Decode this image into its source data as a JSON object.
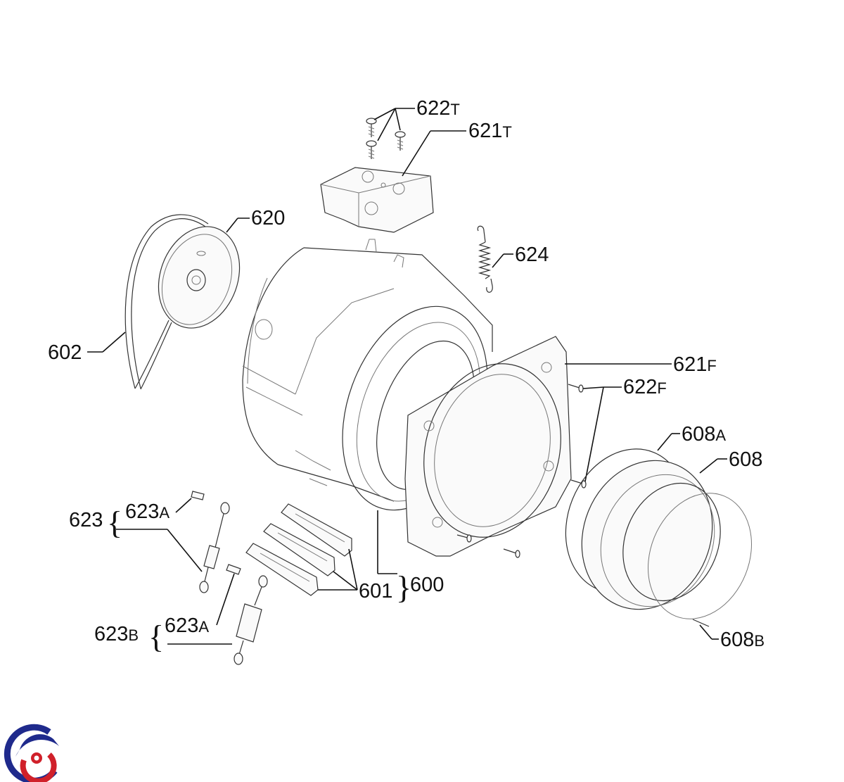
{
  "labels": {
    "l622T": {
      "num": "622",
      "suffix": "T"
    },
    "l621T": {
      "num": "621",
      "suffix": "T"
    },
    "l620": {
      "num": "620"
    },
    "l624": {
      "num": "624"
    },
    "l602": {
      "num": "602"
    },
    "l621F": {
      "num": "621",
      "suffix": "F"
    },
    "l622F": {
      "num": "622",
      "suffix": "F"
    },
    "l608A": {
      "num": "608",
      "suffix": "A"
    },
    "l608": {
      "num": "608"
    },
    "l623": {
      "num": "623"
    },
    "l623A_1": {
      "num": "623",
      "suffix": "A"
    },
    "l601": {
      "num": "601"
    },
    "l600": {
      "num": "600"
    },
    "l623B": {
      "num": "623",
      "suffix": "B"
    },
    "l623A_2": {
      "num": "623",
      "suffix": "A"
    },
    "l608B": {
      "num": "608",
      "suffix": "B"
    }
  },
  "logo": {
    "colors": {
      "blue": "#1f2a8c",
      "red": "#d0202a"
    }
  }
}
